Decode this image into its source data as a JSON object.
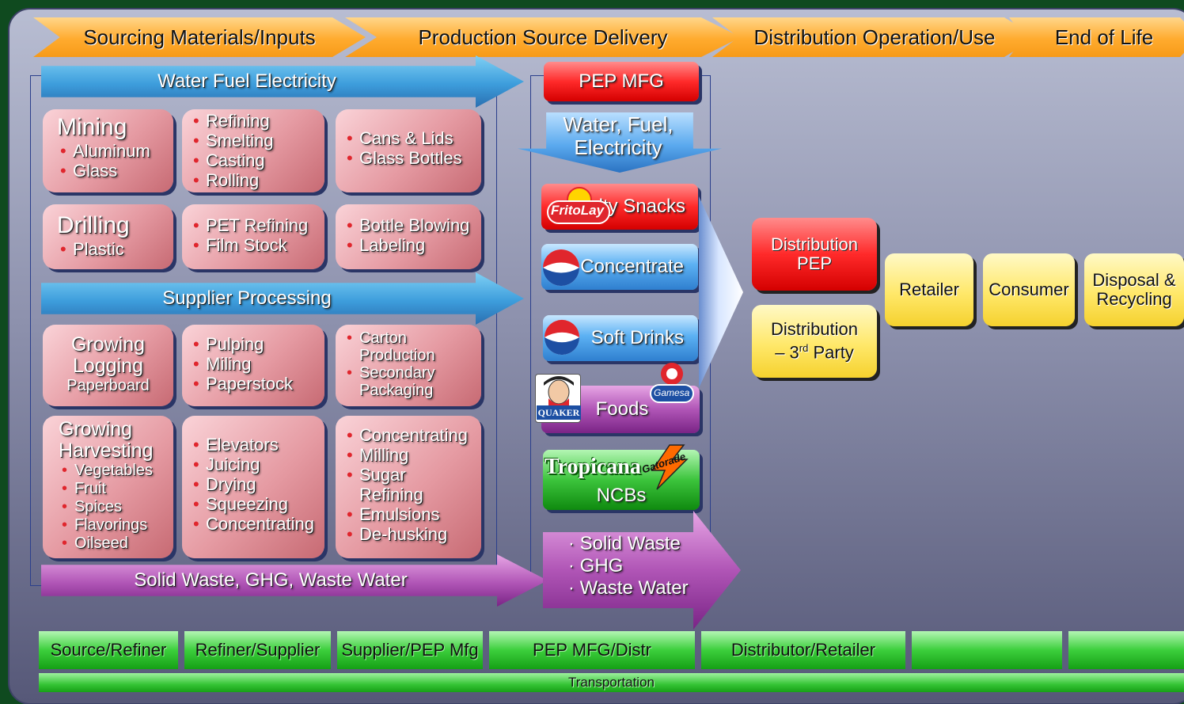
{
  "phases": [
    "Sourcing Materials/Inputs",
    "Production Source Delivery",
    "Distribution Operation/Use",
    "End of Life"
  ],
  "arrows": {
    "top": "Water Fuel Electricity",
    "middle": "Supplier Processing",
    "bottom": "Solid Waste, GHG, Waste Water"
  },
  "boxes": {
    "mining": {
      "title": "Mining",
      "items": [
        "Aluminum",
        "Glass"
      ]
    },
    "refining": {
      "items": [
        "Refining",
        "Smelting",
        "Casting",
        "Rolling"
      ]
    },
    "cans": {
      "items": [
        "Cans & Lids",
        "Glass Bottles"
      ]
    },
    "drilling": {
      "title": "Drilling",
      "items": [
        "Plastic"
      ]
    },
    "pet": {
      "items": [
        "PET Refining",
        "Film Stock"
      ]
    },
    "bottle": {
      "items": [
        "Bottle Blowing",
        "Labeling"
      ]
    },
    "growing_logging": {
      "line1": "Growing",
      "line2": "Logging",
      "line3": "Paperboard"
    },
    "pulping": {
      "items": [
        "Pulping",
        "Miling",
        "Paperstock"
      ]
    },
    "carton": {
      "items": [
        "Carton Production",
        "Secondary Packaging"
      ]
    },
    "growing_harvesting": {
      "line1": "Growing",
      "line2": "Harvesting",
      "items": [
        "Vegetables",
        "Fruit",
        "Spices",
        "Flavorings",
        "Oilseed"
      ]
    },
    "elevators": {
      "items": [
        "Elevators",
        "Juicing",
        "Drying",
        "Squeezing",
        "Concentrating"
      ]
    },
    "concentrating": {
      "items": [
        "Concentrating",
        "Milling",
        "Sugar Refining",
        "Emulsions",
        "De-husking"
      ]
    }
  },
  "middle": {
    "pep_mfg": "PEP MFG",
    "wfe": "Water, Fuel, Electricity",
    "salty": "Salty Snacks",
    "fritolay_logo": "FritoLay",
    "concentrate": "Concentrate",
    "soft_drinks": "Soft Drinks",
    "foods": "Foods",
    "quaker_logo": "QUAKER",
    "gamesa_logo": "Gamesa",
    "ncbs": "NCBs",
    "tropicana_logo": "Tropicana",
    "gatorade_logo": "Gatorade",
    "waste": [
      "Solid Waste",
      "GHG",
      "Waste Water"
    ]
  },
  "right": {
    "dist_pep": "Distribution PEP",
    "dist_3rd_a": "Distribution",
    "dist_3rd_b": "– 3",
    "dist_3rd_sup": "rd",
    "dist_3rd_c": " Party",
    "retailer": "Retailer",
    "consumer": "Consumer",
    "disposal": "Disposal & Recycling"
  },
  "bottom_bars": [
    "Source/Refiner",
    "Refiner/Supplier",
    "Supplier/PEP Mfg",
    "PEP MFG/Distr",
    "Distributor/Retailer",
    "",
    ""
  ],
  "transportation": "Transportation",
  "colors": {
    "background": "#0f4a1f",
    "phase": "#ffab2e",
    "pink": "#e59aa2",
    "red": "#ff2a2a",
    "yellow": "#ffe86a",
    "green": "#3cc43c",
    "purple": "#b055b6"
  }
}
